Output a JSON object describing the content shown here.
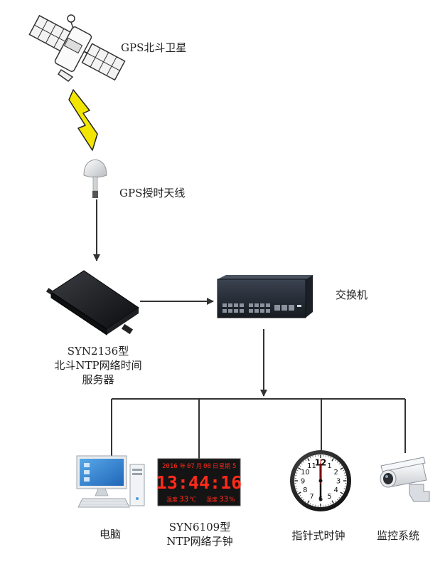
{
  "nodes": {
    "satellite": {
      "label": "GPS北斗卫星"
    },
    "antenna": {
      "label": "GPS授时天线"
    },
    "server": {
      "label_lines": [
        "SYN2136型",
        "北斗NTP网络时间",
        "服务器"
      ]
    },
    "switch": {
      "label": "交换机"
    },
    "computer": {
      "label": "电脑"
    },
    "led_clock": {
      "label_lines": [
        "SYN6109型",
        "NTP网络子钟"
      ],
      "display": {
        "year": "2016",
        "year_unit": "年",
        "month": "07",
        "month_unit": "月",
        "day": "08",
        "day_unit": "日",
        "weekday_label": "星期",
        "weekday": "5",
        "time": "13:44:16",
        "temp_label": "温度",
        "temp_value": "33",
        "temp_unit": "℃",
        "humidity_label": "湿度",
        "humidity_value": "33",
        "humidity_unit": "%"
      }
    },
    "analog_clock": {
      "label": "指针式时钟",
      "numerals": [
        "12",
        "1",
        "2",
        "3",
        "4",
        "5",
        "6",
        "7",
        "8",
        "9",
        "10",
        "11"
      ]
    },
    "camera": {
      "label": "监控系统"
    }
  },
  "colors": {
    "line": "#333333",
    "lightning": "#f2e600",
    "led_red": "#ff2a1a",
    "led_bg": "#141414",
    "device_dark": "#1c1f24"
  }
}
